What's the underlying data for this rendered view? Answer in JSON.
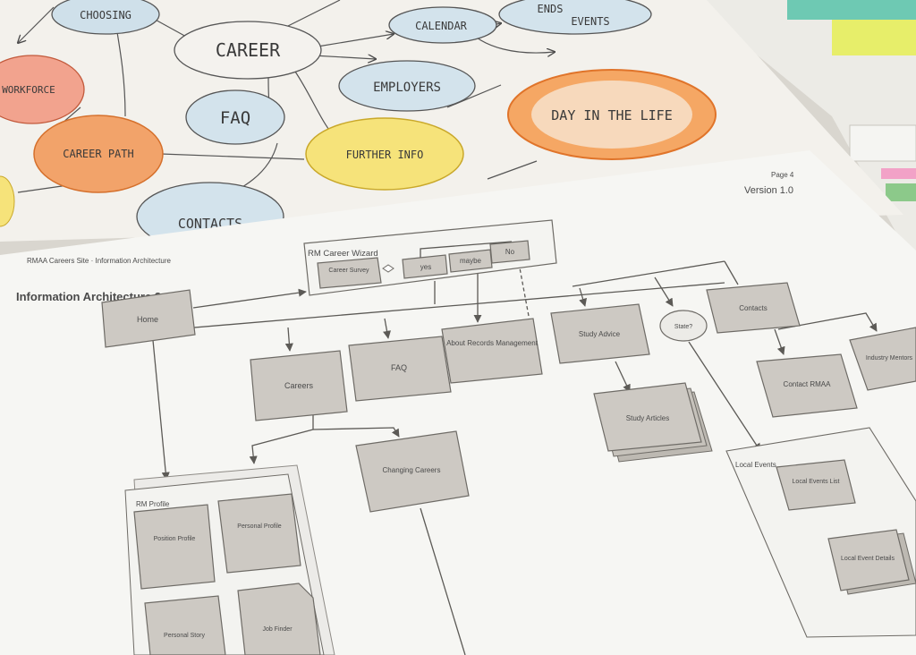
{
  "sketch": {
    "bubbles": [
      {
        "id": "choosing",
        "label": "CHOOSING",
        "color": "#cfe0ea"
      },
      {
        "id": "career",
        "label": "CAREER",
        "color": "#f4f2ee"
      },
      {
        "id": "calendar",
        "label": "CALENDAR",
        "color": "#d3e3ec"
      },
      {
        "id": "ends",
        "label": "ENDS",
        "color": "#d3e3ec"
      },
      {
        "id": "events",
        "label": "EVENTS",
        "color": "#d3e3ec"
      },
      {
        "id": "workforce",
        "label": "WORKFORCE",
        "color": "#f2a38e"
      },
      {
        "id": "employers",
        "label": "EMPLOYERS",
        "color": "#d3e3ec"
      },
      {
        "id": "faq",
        "label": "FAQ",
        "color": "#d3e3ec"
      },
      {
        "id": "career-path",
        "label": "CAREER PATH",
        "color": "#f2a36a"
      },
      {
        "id": "further-info",
        "label": "FURTHER INFO",
        "color": "#f6e37a"
      },
      {
        "id": "day-in-life",
        "label": "DAY IN THE LIFE",
        "color": "#f5a764"
      },
      {
        "id": "contacts",
        "label": "CONTACTS",
        "color": "#d3e3ec"
      }
    ]
  },
  "doc": {
    "breadcrumb": "RMAA Careers Site · Information Architecture",
    "title": "Information Architecture 3",
    "page": "Page 4",
    "version": "Version 1.0",
    "wizard": {
      "title": "RM Career Wizard",
      "survey": "Career Survey",
      "yes": "yes",
      "maybe": "maybe",
      "no": "No"
    },
    "nodes": {
      "home": "Home",
      "careers": "Careers",
      "faq": "FAQ",
      "about": "About Records Management",
      "study_advice": "Study Advice",
      "state": "State?",
      "contacts": "Contacts",
      "contact_rmaa": "Contact RMAA",
      "industry": "Industry Mentors",
      "study_articles": "Study Articles",
      "changing": "Changing Careers",
      "rm_profile": "RM Profile",
      "position_profile": "Position Profile",
      "personal_profile": "Personal Profile",
      "personal_story": "Personal Story",
      "job_finder": "Job Finder",
      "local_events": "Local Events",
      "local_events_list": "Local Events List",
      "local_event_details": "Local Event Details"
    }
  }
}
